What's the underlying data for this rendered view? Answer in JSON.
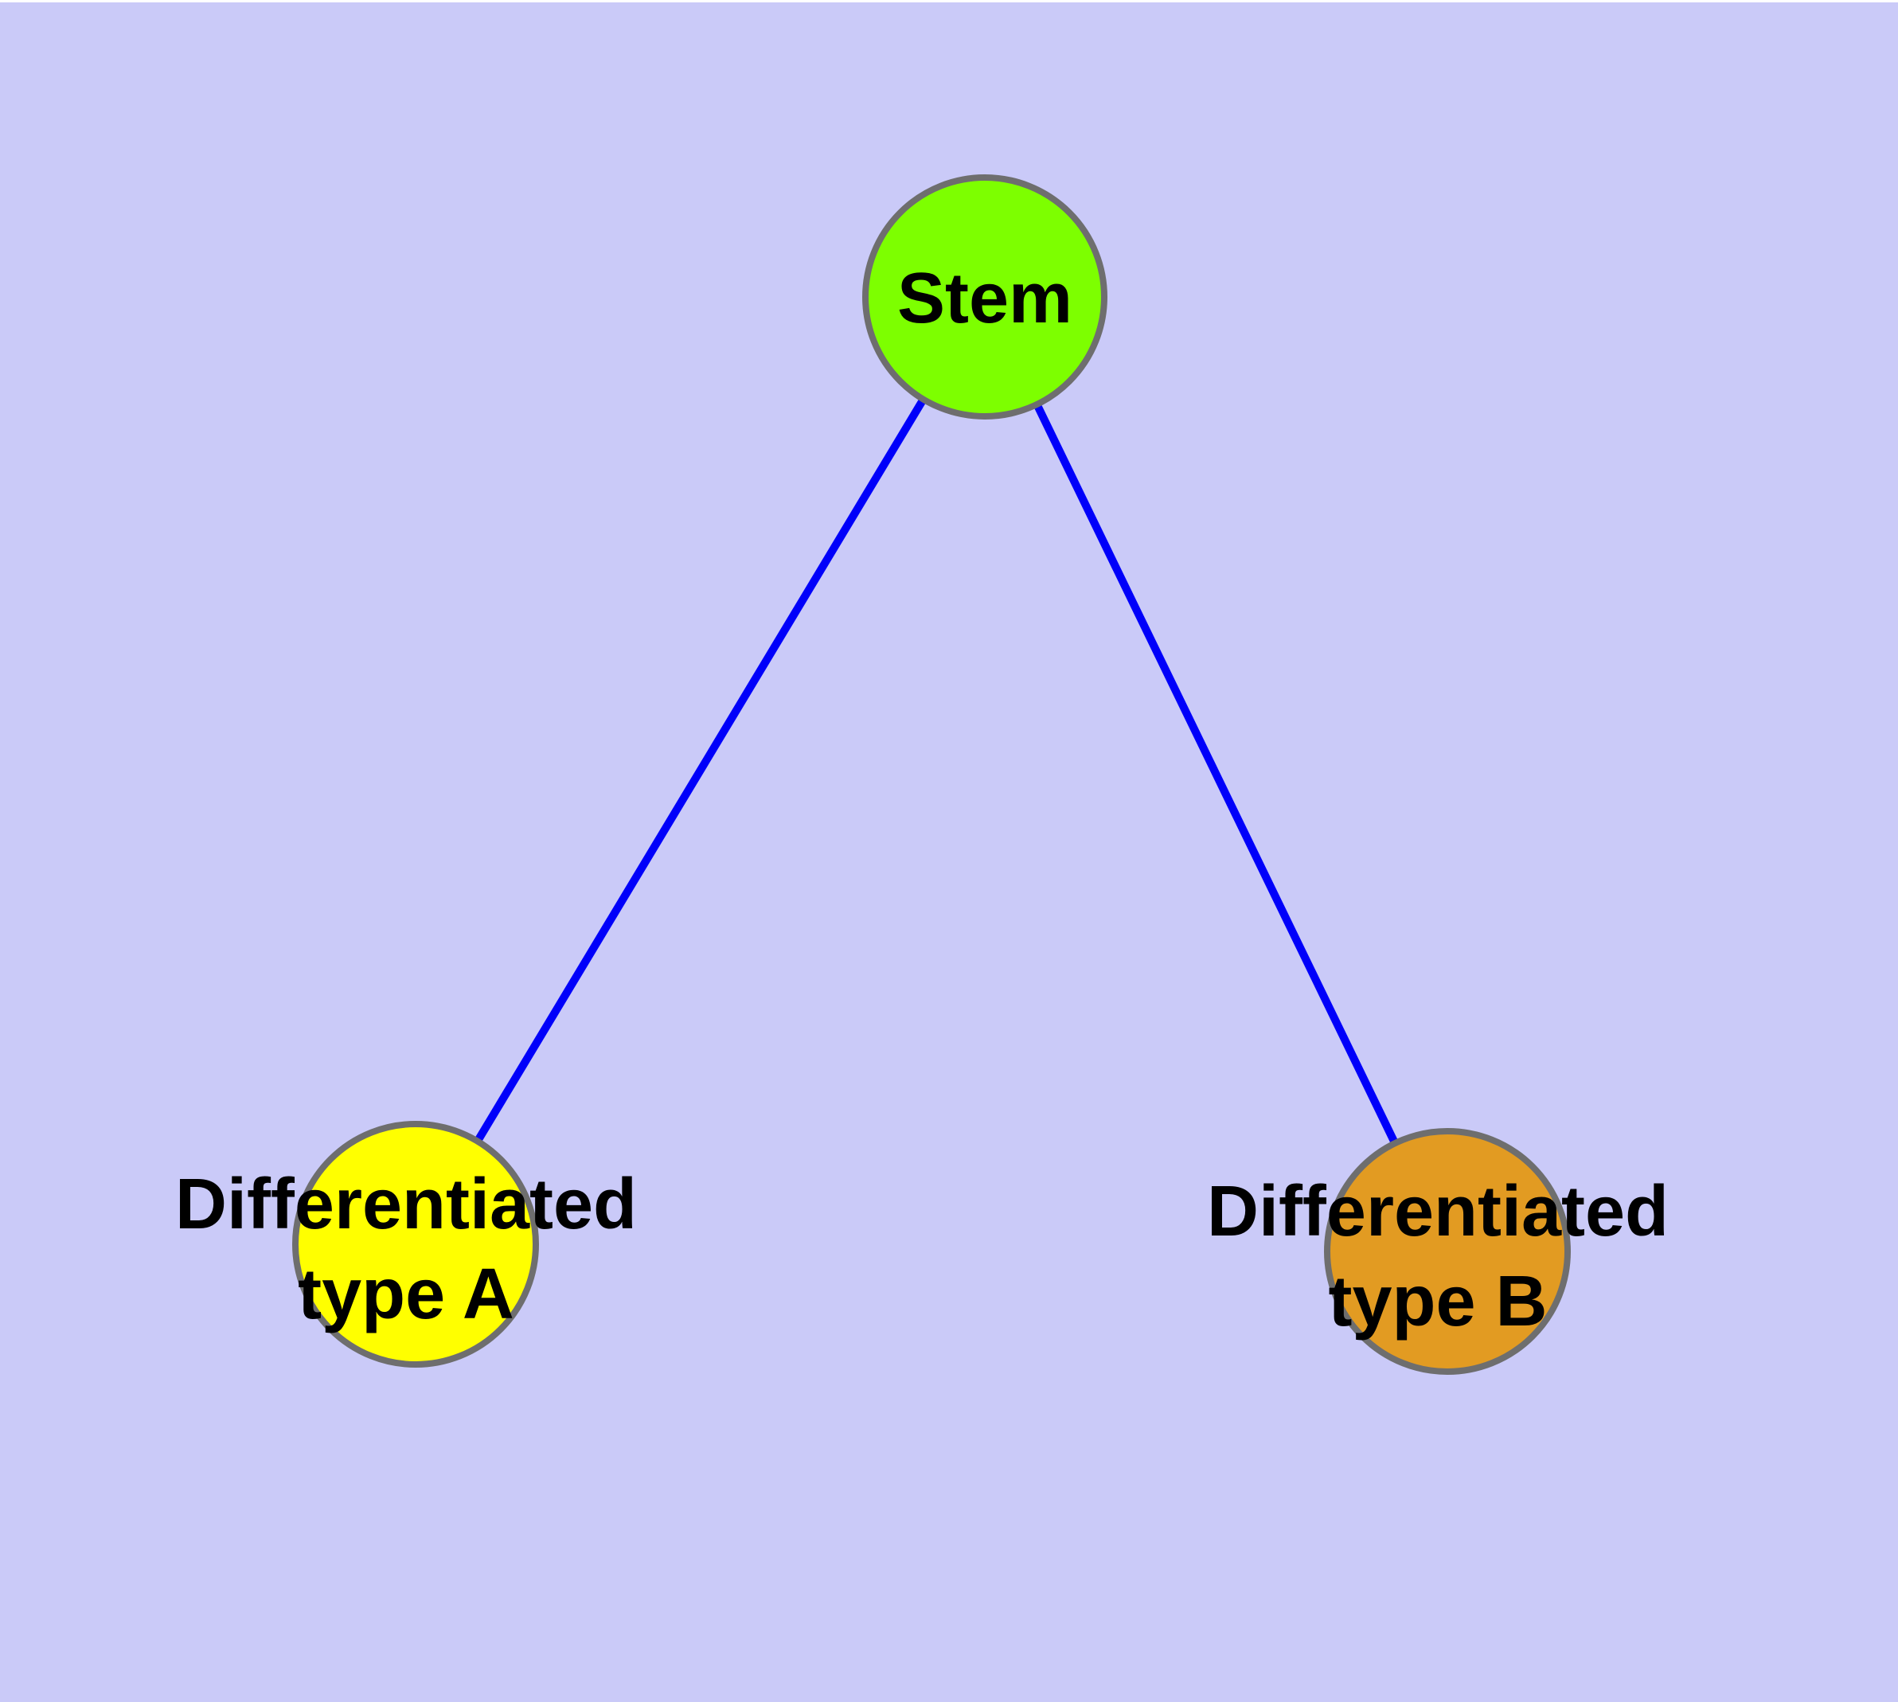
{
  "diagram": {
    "type": "graph",
    "colors": {
      "page_margin": "#ffffff",
      "background": "#cacaf8",
      "node_border": "#6e6e6e",
      "edge": "#0000fa",
      "label_text": "#000000"
    },
    "nodes": [
      {
        "id": "stem",
        "label": "Stem",
        "lines": [
          "Stem",
          ""
        ],
        "fill": "#7dff00"
      },
      {
        "id": "type-a",
        "label": "Differentiated type A",
        "lines": [
          "Differentiated",
          "type A"
        ],
        "fill": "#ffff00"
      },
      {
        "id": "type-b",
        "label": "Differentiated type B",
        "lines": [
          "Differentiated",
          "type B"
        ],
        "fill": "#e29b22"
      }
    ],
    "edges": [
      {
        "from": "Stem",
        "to": "Differentiated type A"
      },
      {
        "from": "Stem",
        "to": "Differentiated type B"
      }
    ]
  }
}
